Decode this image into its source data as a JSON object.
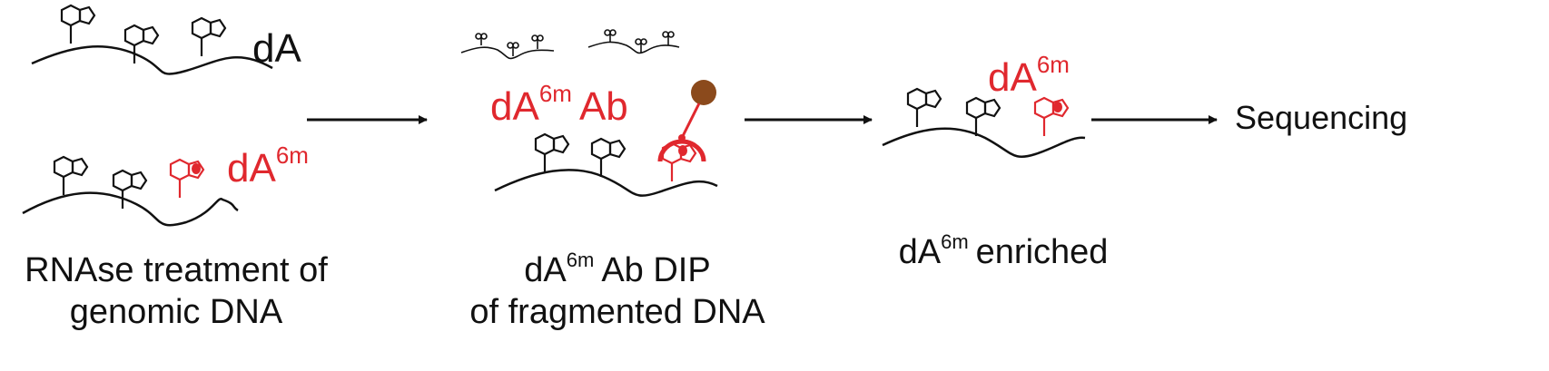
{
  "labels": {
    "da": "dA",
    "da6m_base": "dA",
    "sup_6m": "6m",
    "ab_suffix": "Ab",
    "sequencing": "Sequencing"
  },
  "captions": {
    "step1_line1": "RNAse treatment of",
    "step1_line2": "genomic DNA",
    "step2_line1_suffix": "Ab DIP",
    "step2_line2": "of fragmented DNA",
    "step3_suffix": "enriched"
  },
  "colors": {
    "ink": "#111111",
    "methyl": "#e0282e",
    "bead": "#8b4a1c"
  }
}
